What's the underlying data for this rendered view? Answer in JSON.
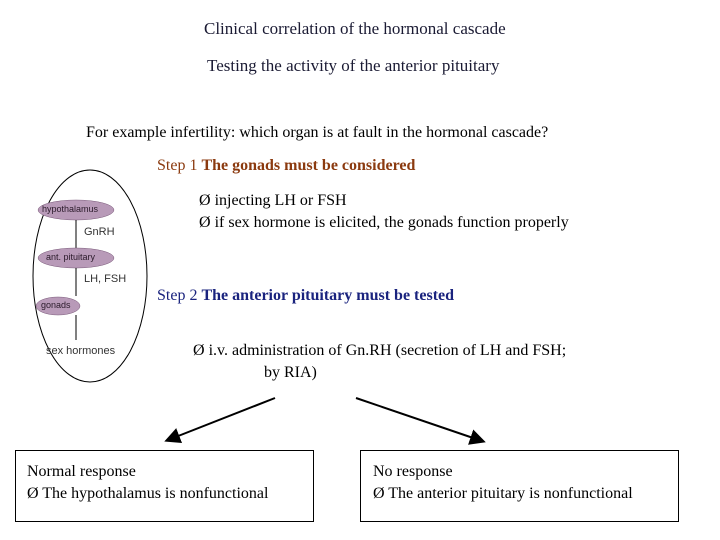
{
  "title": "Clinical correlation of the hormonal cascade",
  "subtitle": "Testing the activity of the anterior pituitary",
  "question": "For example infertility: which organ is at fault in the hormonal cascade?",
  "step1": {
    "label": "Step 1 ",
    "heading": "The gonads must be considered",
    "bullets": [
      "injecting LH or FSH",
      "if sex hormone is elicited, the gonads function properly"
    ]
  },
  "step2": {
    "label": "Step 2 ",
    "heading": "The anterior pituitary must be tested",
    "bullet_line1": "i.v. administration of Gn.RH (secretion of LH and FSH;",
    "bullet_line2": "by RIA)"
  },
  "bullet_glyph": "Ø",
  "diagram": {
    "hypothalamus": "hypothalamus",
    "gnrh": "GnRH",
    "pituitary": "ant. pituitary",
    "lh_fsh": "LH, FSH",
    "gonads": "gonads",
    "sex_hormones": "sex hormones"
  },
  "outcomes": {
    "left": {
      "title": "Normal response",
      "text": "The hypothalamus is nonfunctional"
    },
    "right": {
      "title": "No response",
      "text": "The anterior pituitary is nonfunctional"
    }
  },
  "colors": {
    "step1_heading": "#8b3a0f",
    "step2_heading": "#1a237e",
    "oval_fill": "#b89ab8"
  }
}
